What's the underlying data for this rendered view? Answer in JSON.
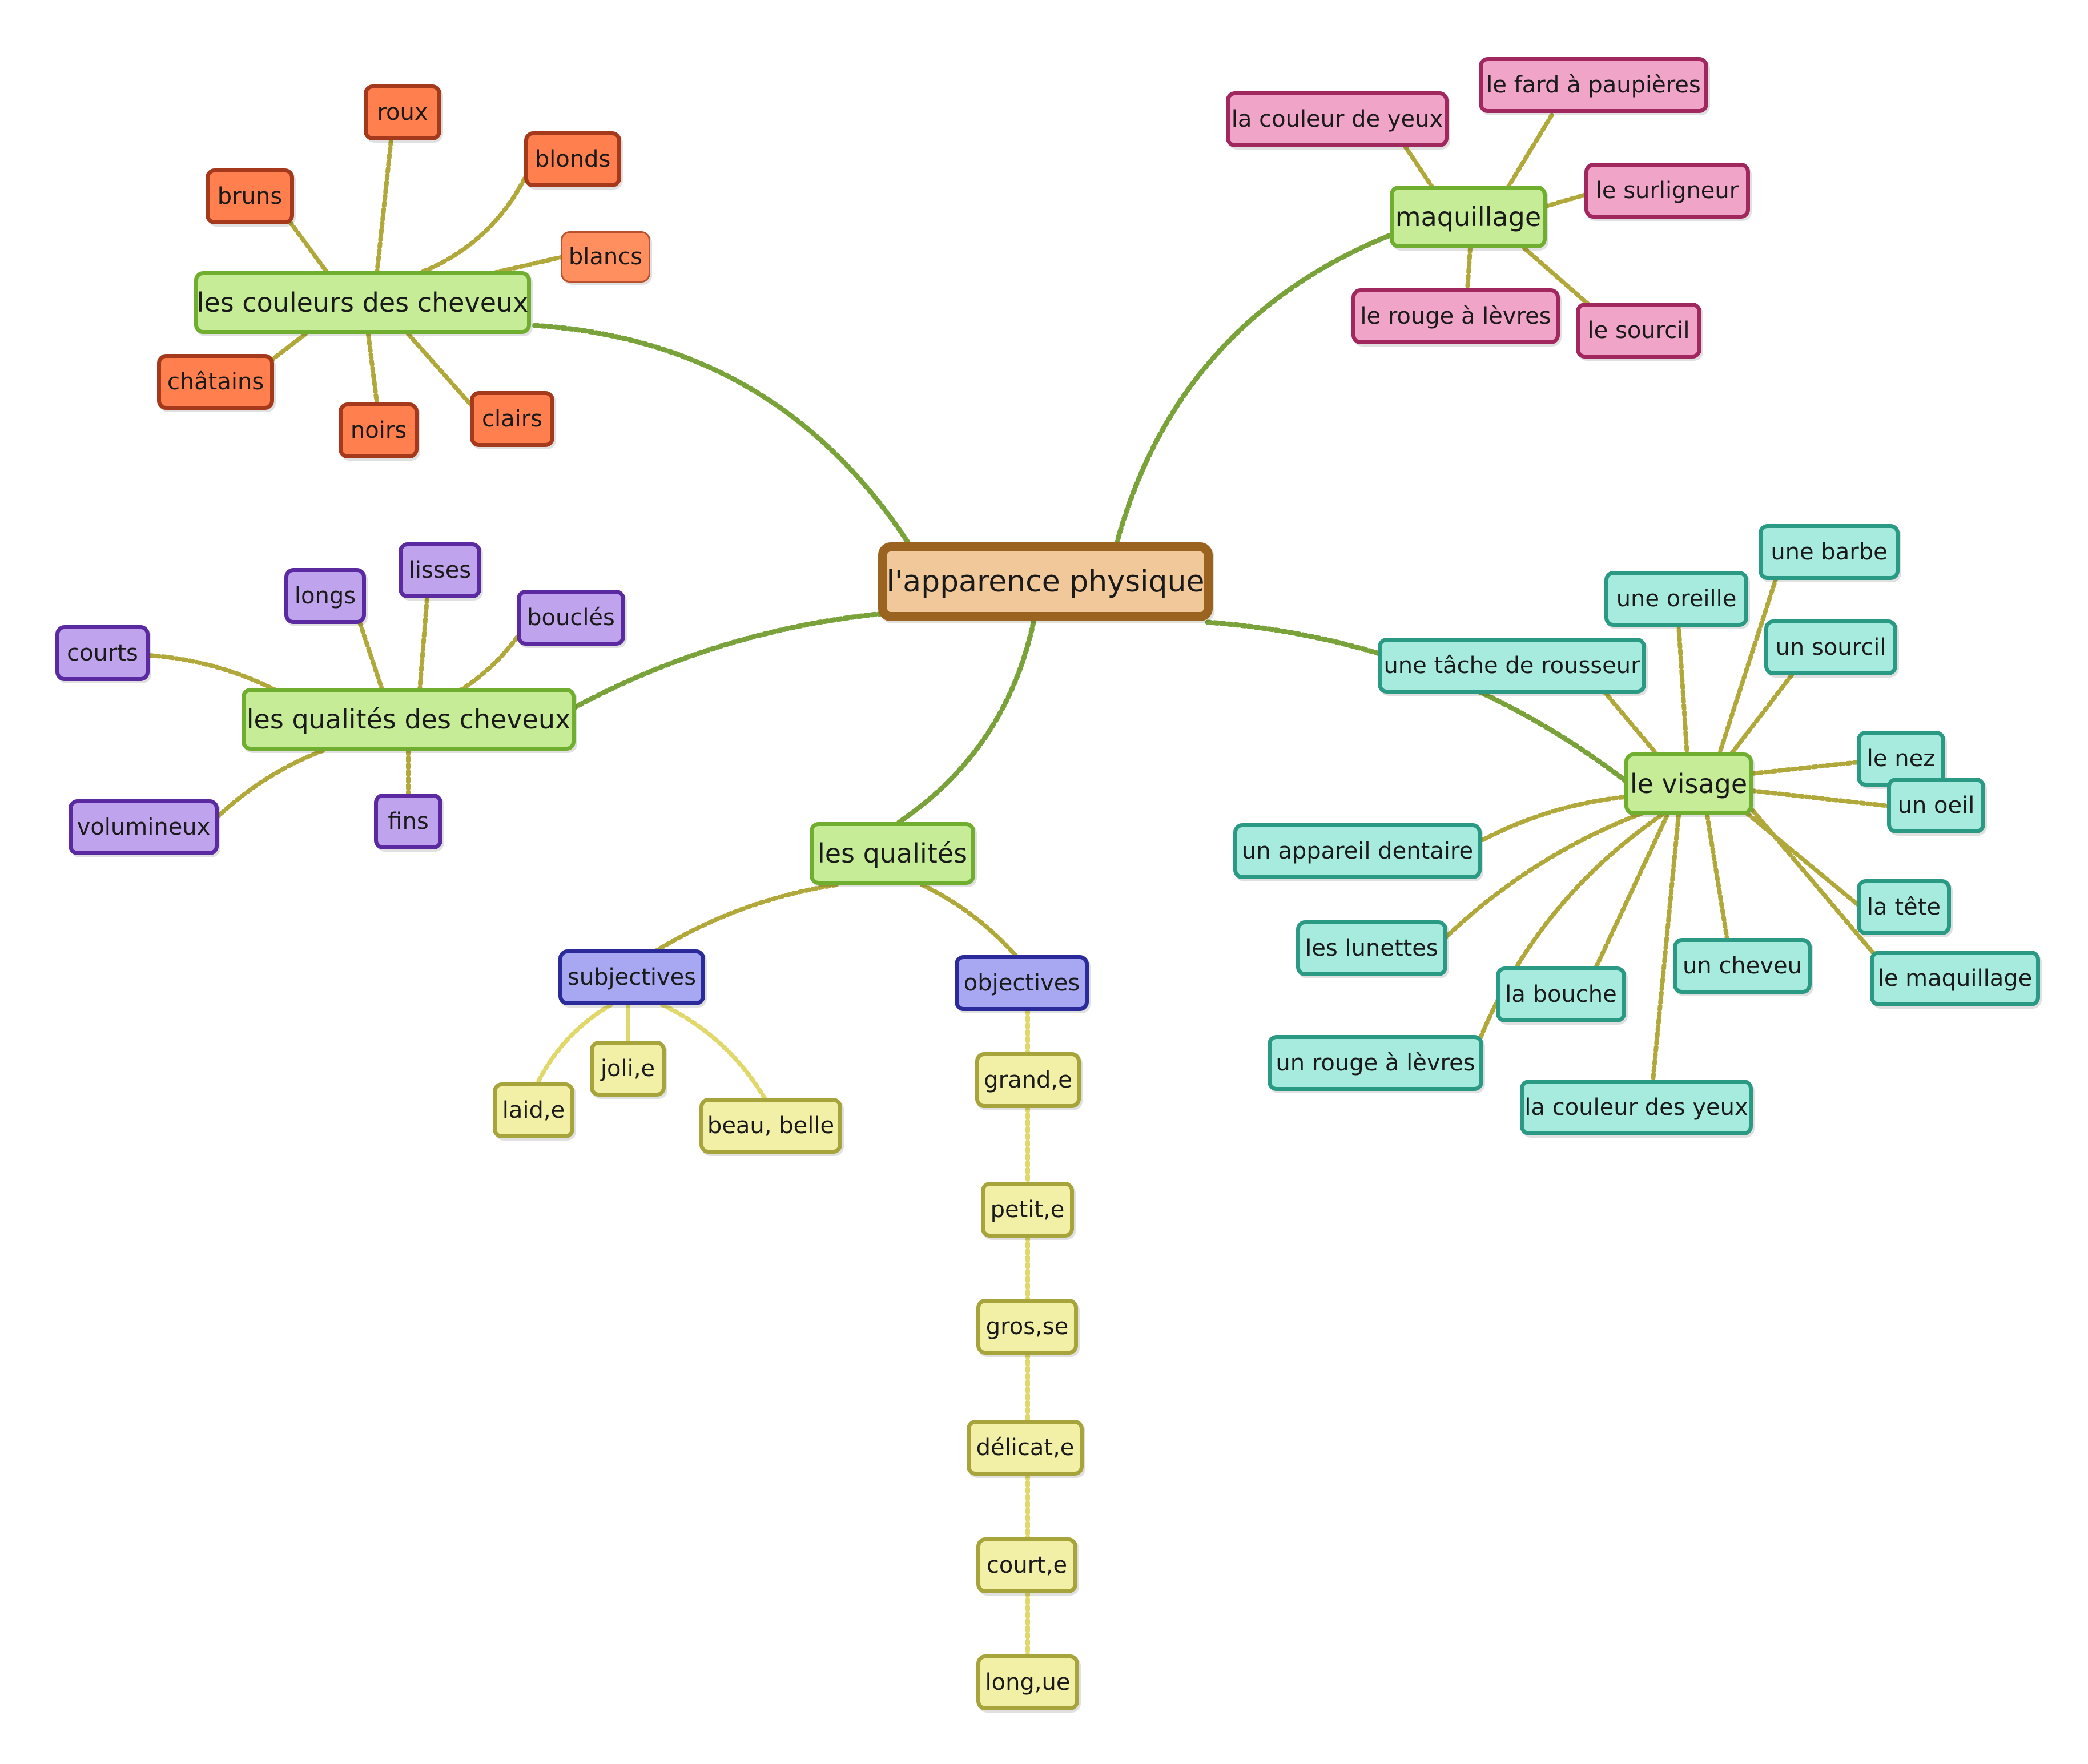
{
  "root": "l'apparence physique",
  "branches": {
    "couleurs": "les couleurs des cheveux",
    "qualites_cheveux": "les qualités des cheveux",
    "maquillage": "maquillage",
    "visage": "le visage",
    "qualites": "les qualités",
    "subjectives": "subjectives",
    "objectives": "objectives"
  },
  "couleurs_items": [
    "roux",
    "bruns",
    "blonds",
    "blancs",
    "châtains",
    "noirs",
    "clairs"
  ],
  "qualites_cheveux_items": [
    "longs",
    "lisses",
    "bouclés",
    "courts",
    "volumineux",
    "fins"
  ],
  "maquillage_items": [
    "la couleur de yeux",
    "le fard à paupières",
    "le surligneur",
    "le rouge à lèvres",
    "le sourcil"
  ],
  "visage_items": [
    "une barbe",
    "une oreille",
    "un sourcil",
    "une tâche de rousseur",
    "le nez",
    "un oeil",
    "un appareil dentaire",
    "la tête",
    "les lunettes",
    "un cheveu",
    "la bouche",
    "le maquillage",
    "un rouge à lèvres",
    "la couleur des yeux"
  ],
  "subjectives_items": [
    "joli,e",
    "laid,e",
    "beau, belle"
  ],
  "objectives_items": [
    "grand,e",
    "petit,e",
    "gros,se",
    "délicat,e",
    "court,e",
    "long,ue"
  ],
  "colors": {
    "root_fill": "#f0c89a",
    "root_border": "#9a6420",
    "branch_fill": "#c6ec98",
    "branch_border": "#6fae2e",
    "orange": "#ff7f4f",
    "purple": "#bfa3ec",
    "pink": "#f0a4c8",
    "teal": "#a6ebdd",
    "blue": "#a8a8f2",
    "yellow": "#f2f0a6",
    "link_green": "#7aa23a",
    "link_olive": "#b0a83a",
    "link_yellow": "#e0d86a"
  }
}
